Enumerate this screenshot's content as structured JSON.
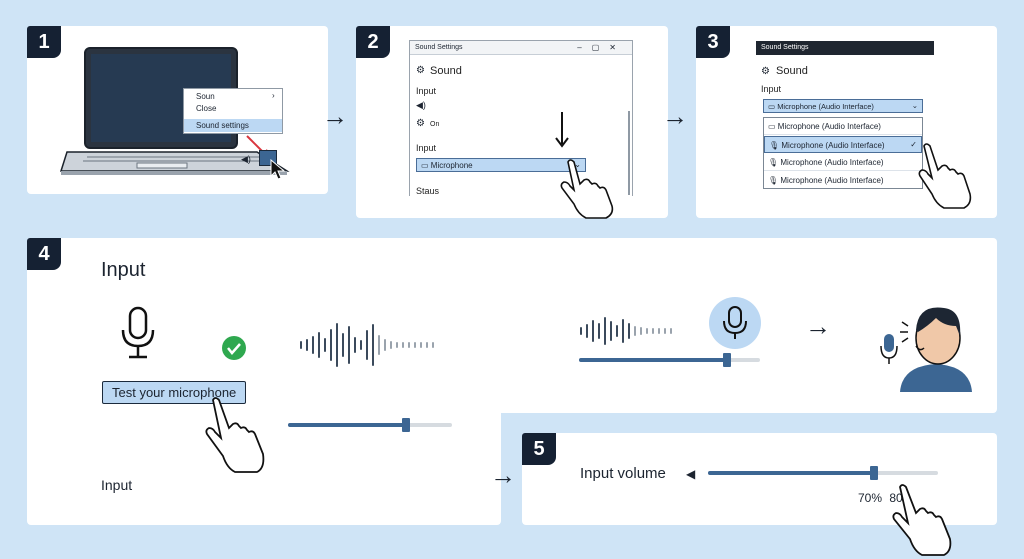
{
  "steps": [
    "1",
    "2",
    "3",
    "4",
    "5"
  ],
  "context_menu": {
    "items": [
      "Soun",
      "Close",
      "Sound settings"
    ]
  },
  "panel2": {
    "window_title": "Sound Settings",
    "heading": "Sound",
    "input_label": "Input",
    "on_label": "On",
    "input_label_2": "Input",
    "selected_device": "Microphone",
    "status_label": "Staus"
  },
  "panel3": {
    "window_title": "Sound Settings",
    "heading": "Sound",
    "input_label": "Input",
    "selected_device": "Microphone (Audio Interface)",
    "options": [
      "Microphone (Audio Interface)",
      "Microphone (Audio Interface)",
      "Microphone (Audio Interface)",
      "Microphone (Audio Interface)"
    ],
    "checked_index": 1
  },
  "panel4": {
    "heading": "Input",
    "test_button": "Test your microphone",
    "bottom_label": "Input",
    "slider_level": 0.72,
    "level_meter": 0.82
  },
  "panel5": {
    "label": "Input volume",
    "value_primary": "70%",
    "value_secondary": "80",
    "volume_level": 0.72
  },
  "colors": {
    "background": "#cfe4f6",
    "accent": "#3c6693",
    "selection": "#bcd8f3",
    "check": "#2fa84f",
    "step_badge": "#152133"
  }
}
